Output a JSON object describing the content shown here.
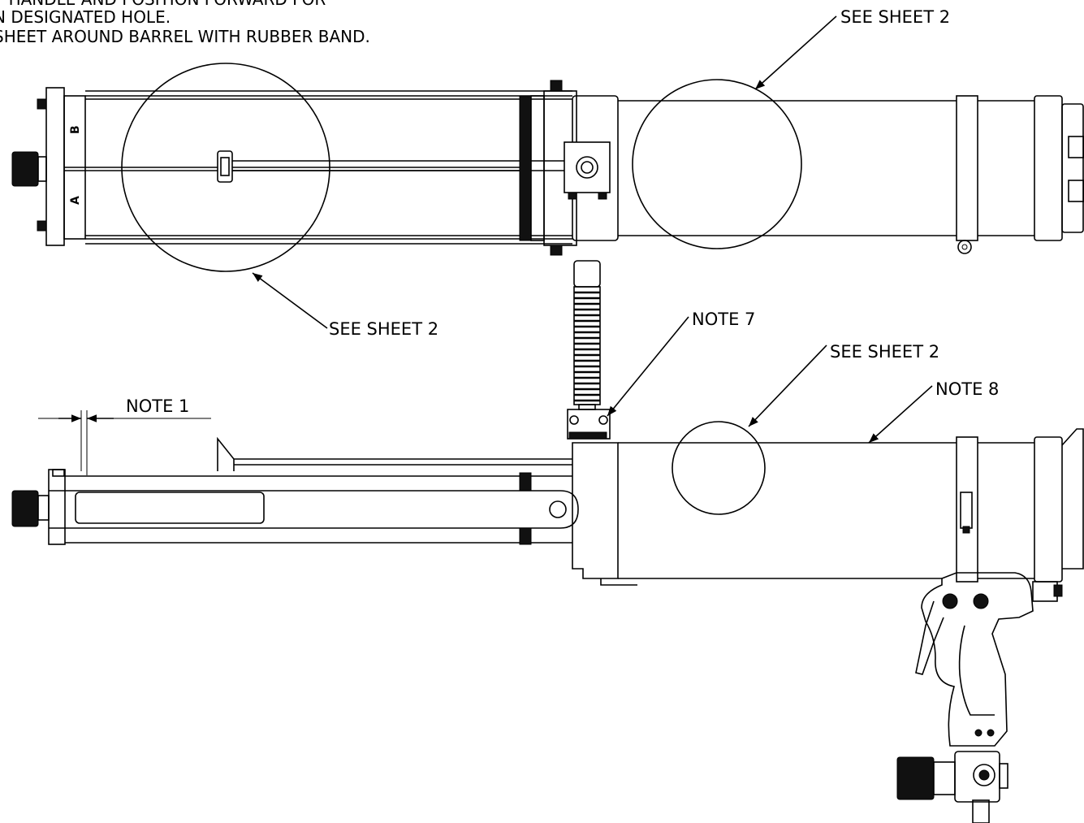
{
  "notes_lines": [
    "T HANDLE AND POSITION FORWARD FOR",
    "N DESIGNATED HOLE.",
    "SHEET AROUND BARREL WITH RUBBER BAND."
  ],
  "callouts": {
    "see_sheet_top_right": "SEE SHEET 2",
    "see_sheet_left": "SEE SHEET 2",
    "see_sheet_mid": "SEE SHEET 2",
    "note_7": "NOTE 7",
    "note_8": "NOTE 8",
    "note_1": "NOTE 1"
  },
  "cartridge_labels": {
    "a": "A",
    "b": "B"
  }
}
